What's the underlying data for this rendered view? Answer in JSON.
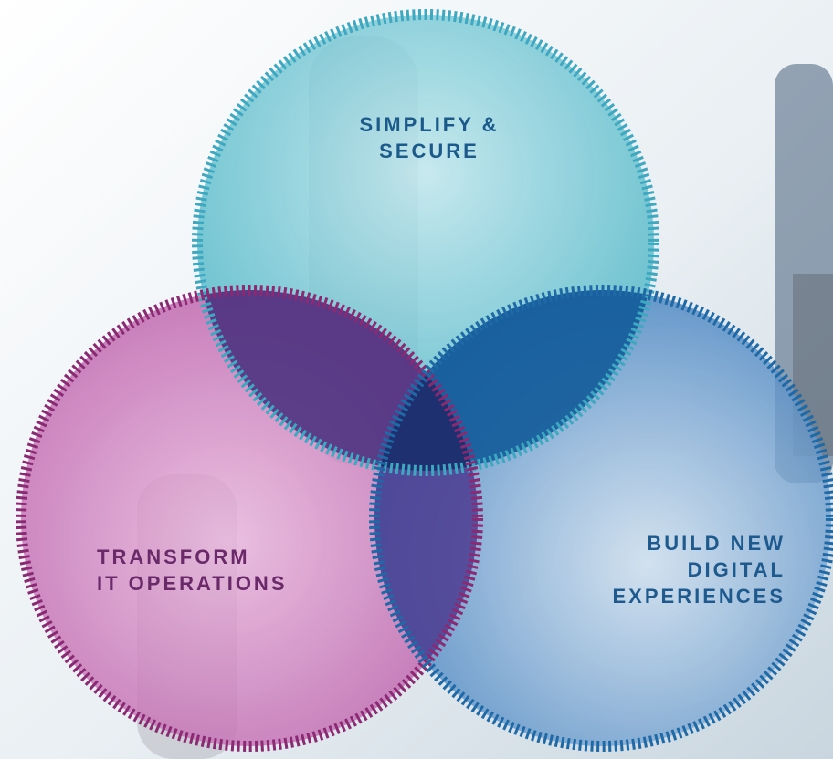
{
  "diagram": {
    "type": "venn",
    "circles": [
      {
        "id": "top",
        "lines": [
          "SIMPLIFY &",
          "SECURE"
        ],
        "fill": "#3fb0c2",
        "dash": "#3ea8c0",
        "text_color": "#1b5a8a"
      },
      {
        "id": "left",
        "lines": [
          "TRANSFORM",
          "IT OPERATIONS"
        ],
        "fill": "#b14a9e",
        "dash": "#8a2a72",
        "text_color": "#6a2a6a"
      },
      {
        "id": "right",
        "lines": [
          "BUILD NEW",
          "DIGITAL",
          "EXPERIENCES"
        ],
        "fill": "#2e72b8",
        "dash": "#1f6aa6",
        "text_color": "#1e5a8e"
      }
    ],
    "overlap_color": "#1c2f6e",
    "background_colors": [
      "#ffffff",
      "#dfe8ee",
      "#9fb5c6"
    ]
  }
}
